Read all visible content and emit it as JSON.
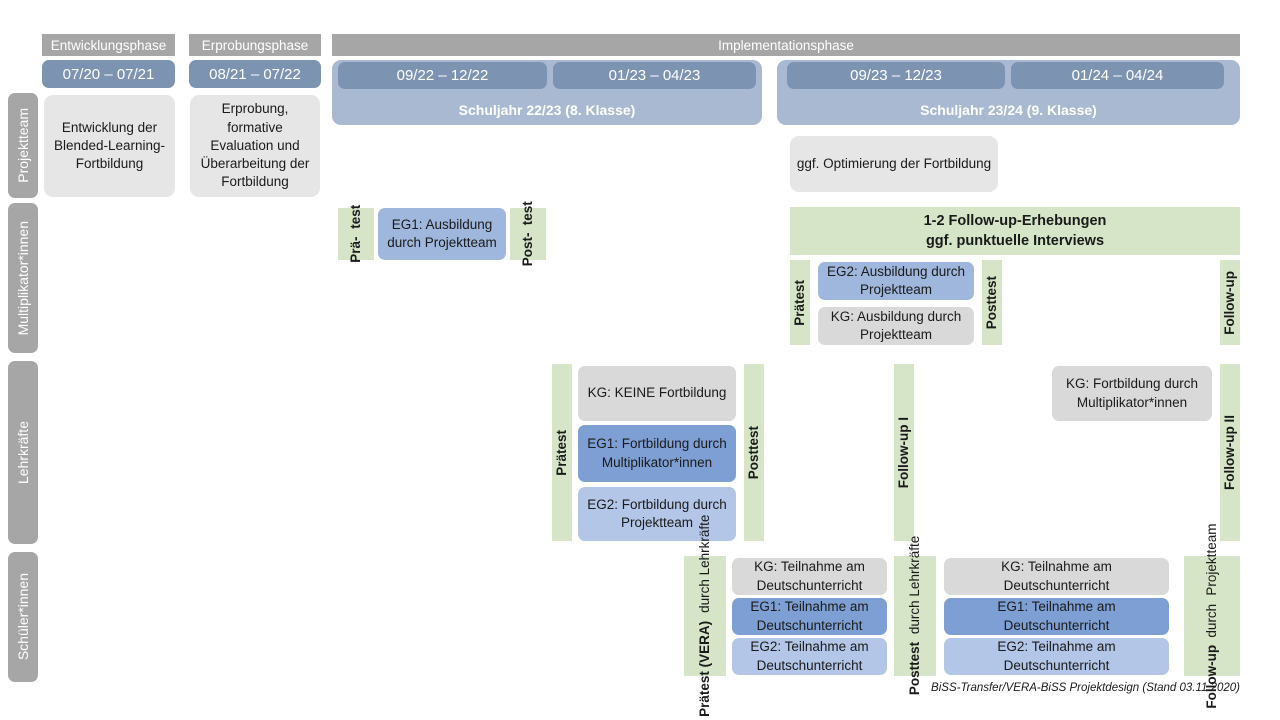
{
  "header": {
    "phases": [
      {
        "label": "Entwicklungsphase"
      },
      {
        "label": "Erprobungsphase"
      },
      {
        "label": "Implementationsphase"
      }
    ],
    "periods": [
      {
        "label": "07/20 – 07/21"
      },
      {
        "label": "08/21 – 07/22"
      },
      {
        "label": "09/22 – 12/22"
      },
      {
        "label": "01/23 – 04/23"
      },
      {
        "label": "09/23 – 12/23"
      },
      {
        "label": "01/24 – 04/24"
      }
    ],
    "school_years": [
      {
        "label": "Schuljahr 22/23 (8. Klasse)"
      },
      {
        "label": "Schuljahr 23/24 (9. Klasse)"
      }
    ]
  },
  "sidebar": {
    "rows": [
      {
        "label": "Projektteam"
      },
      {
        "label": "Multiplikator*innen"
      },
      {
        "label": "Lehrkräfte"
      },
      {
        "label": "Schüler*innen"
      }
    ]
  },
  "projektteam": {
    "entwicklung_box": "Entwicklung der Blended-Learning-Fortbildung",
    "erprobung_box": "Erprobung, formative Evaluation und Überarbeitung der Fortbildung",
    "optimierung_box": "ggf. Optimierung der Fortbildung"
  },
  "multiplikatoren": {
    "praetest_early_line1": "Prä-",
    "praetest_early_line2": "test",
    "eg1_box": "EG1: Ausbildung durch Projektteam",
    "posttest_early_line1": "Post-",
    "posttest_early_line2": "test",
    "followup_band_line1": "1-2 Follow-up-Erhebungen",
    "followup_band_line2": "ggf. punktuelle Interviews",
    "praetest_label": "Prätest",
    "eg2_box": "EG2: Ausbildung durch Projektteam",
    "kg_box": "KG: Ausbildung durch Projektteam",
    "posttest_label": "Posttest",
    "followup_label": "Follow-up"
  },
  "lehrkraefte": {
    "praetest_label": "Prätest",
    "kg_box": "KG:  KEINE Fortbildung",
    "eg1_box": "EG1: Fortbildung durch Multiplikator*innen",
    "eg2_box": "EG2: Fortbildung durch Projektteam",
    "posttest_label": "Posttest",
    "followup1_label": "Follow-up I",
    "kg_fortbildung_box": "KG: Fortbildung durch Multiplikator*innen",
    "followup2_label": "Follow-up II"
  },
  "schueler": {
    "praetest_bold": "Prätest (VERA)",
    "praetest_sub": "durch Lehrkräfte",
    "kg_box_1": "KG: Teilnahme am Deutschunterricht",
    "eg1_box_1": "EG1: Teilnahme am Deutschunterricht",
    "eg2_box_1": "EG2: Teilnahme am Deutschunterricht",
    "posttest_bold": "Posttest",
    "posttest_sub": "durch Lehrkräfte",
    "kg_box_2": "KG: Teilnahme am Deutschunterricht",
    "eg1_box_2": "EG1: Teilnahme am Deutschunterricht",
    "eg2_box_2": "EG2: Teilnahme am Deutschunterricht",
    "followup_bold": "Follow-up",
    "followup_sub1": "durch",
    "followup_sub2": "Projektteam"
  },
  "footer": {
    "note": "BiSS-Transfer/VERA-BiSS Projektdesign (Stand 03.11.2020)"
  },
  "colors": {
    "phase_grey": "#a6a6a6",
    "period_blue": "#7d93b2",
    "year_blue": "#a9b9d1",
    "green": "#d6e4c8",
    "blue_dark": "#7e9fd4",
    "blue_mid": "#9fb6dd",
    "blue_light": "#b3c6e7",
    "grey_box": "#e6e6e6"
  }
}
